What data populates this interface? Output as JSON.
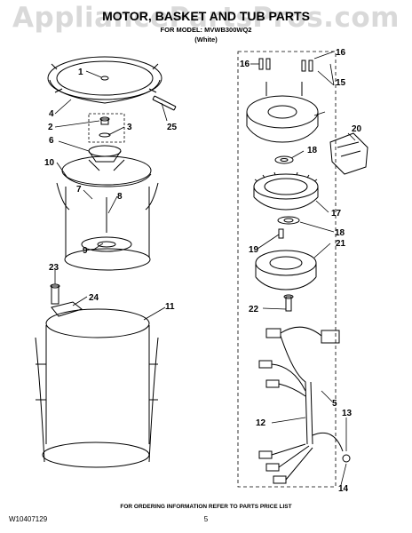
{
  "watermark": "AppliancePartsPros.com",
  "header": {
    "title": "MOTOR, BASKET AND TUB PARTS",
    "model_line": "FOR MODEL: MVWB300WQ2",
    "color_line": "(White)"
  },
  "callouts": [
    "1",
    "2",
    "3",
    "4",
    "5",
    "6",
    "7",
    "8",
    "9",
    "10",
    "11",
    "12",
    "13",
    "14",
    "15",
    "16",
    "16",
    "17",
    "18",
    "18",
    "19",
    "20",
    "21",
    "22",
    "23",
    "24",
    "25"
  ],
  "footer": {
    "ordering_note": "FOR ORDERING INFORMATION REFER TO PARTS PRICE LIST",
    "doc_number": "W10407129",
    "page_number": "5"
  }
}
